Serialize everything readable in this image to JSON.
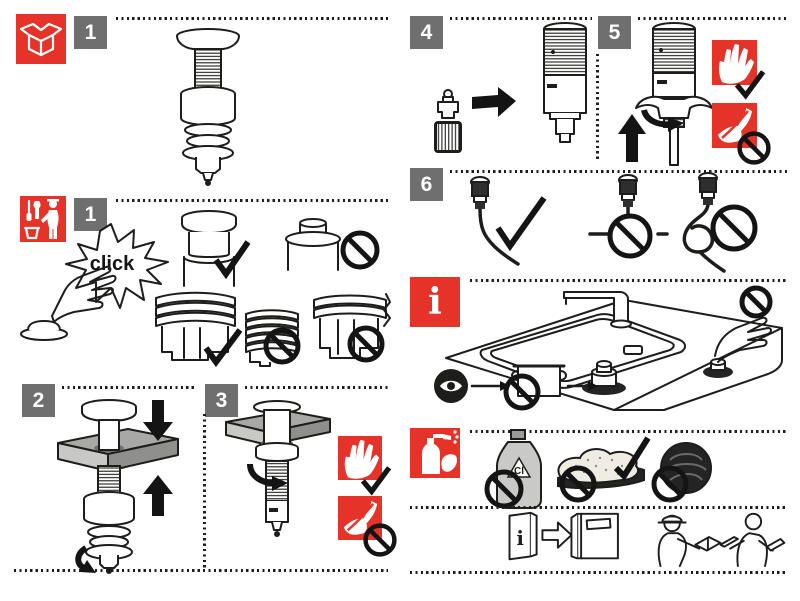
{
  "colors": {
    "accent_red": "#e5332a",
    "badge_grey": "#706f6f",
    "line_dark": "#1d1d1b",
    "board_grey": "#a8a8a7"
  },
  "steps": {
    "package": {
      "badge": "1"
    },
    "install": {
      "badge": "1",
      "click_label": "click"
    },
    "step2": {
      "badge": "2"
    },
    "step3": {
      "badge": "3"
    },
    "step4": {
      "badge": "4"
    },
    "step5": {
      "badge": "5"
    },
    "step6": {
      "badge": "6"
    }
  },
  "info": {
    "glyph": "i"
  },
  "cleaning": {
    "bottle_label": "Cl"
  },
  "docs": {
    "leaflet_glyph": "i"
  },
  "icons": {
    "package": "open-box-icon",
    "install": "installer-tools-icon",
    "hand_ok": "hand-icon",
    "tools_forbidden": "pliers-icon",
    "info": "info-icon",
    "cleaning": "spray-bottle-icon",
    "attention": "eye-icon"
  },
  "marks": {
    "allowed": "checkmark",
    "forbidden": "prohibition-circle"
  }
}
